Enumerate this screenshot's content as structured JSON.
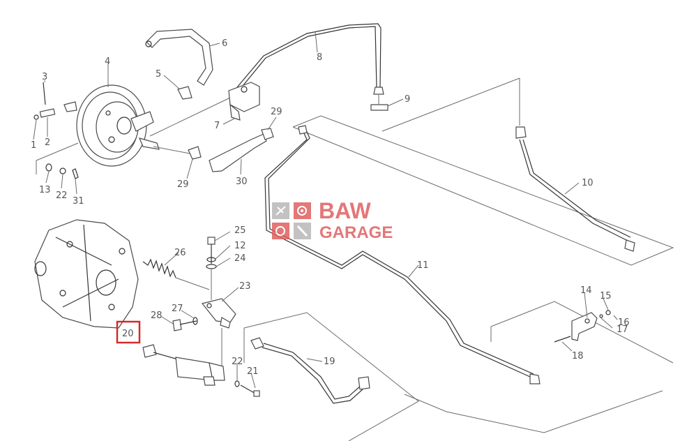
{
  "callouts": [
    "1",
    "2",
    "3",
    "4",
    "5",
    "6",
    "7",
    "8",
    "9",
    "10",
    "11",
    "12",
    "13",
    "14",
    "15",
    "16",
    "17",
    "18",
    "19",
    "20",
    "21",
    "22",
    "22",
    "23",
    "24",
    "25",
    "26",
    "27",
    "28",
    "29",
    "29",
    "30",
    "31"
  ],
  "highlighted_callout": "20",
  "watermark": {
    "line1": "BAW",
    "line2": "GARAGE",
    "color": "#e06060"
  }
}
